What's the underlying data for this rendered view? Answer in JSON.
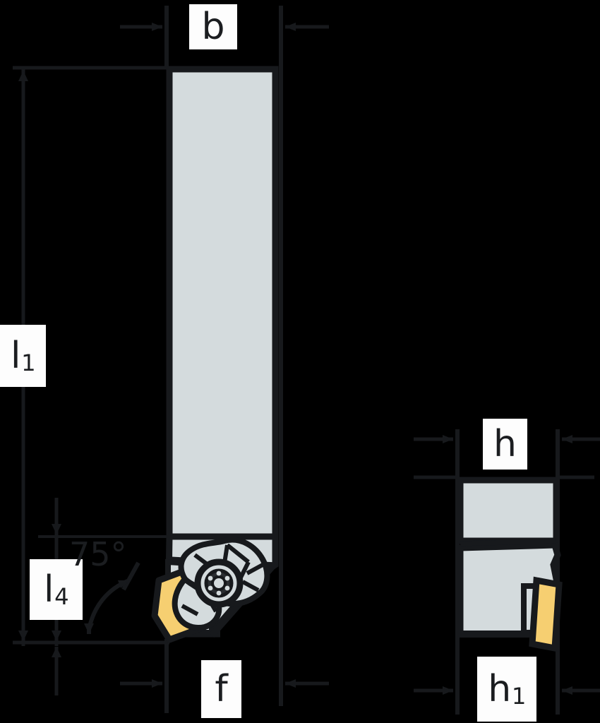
{
  "drawing": {
    "title": "Lathe turning tool holder dimension drawing",
    "background_color": "#000000",
    "body_fill_color": "#d4dbdd",
    "insert_fill_color": "#f6cf71",
    "line_color": "#17191c",
    "label_bg_color": "#fdfdfd",
    "label_text_color": "#1b1d20"
  },
  "dimensions": {
    "b": {
      "label": "b",
      "sub": ""
    },
    "l1": {
      "label": "l",
      "sub": "1"
    },
    "l4": {
      "label": "l",
      "sub": "4"
    },
    "f": {
      "label": "f",
      "sub": ""
    },
    "h": {
      "label": "h",
      "sub": ""
    },
    "h1": {
      "label": "h",
      "sub": "1"
    }
  },
  "annotations": {
    "angle": {
      "value": "75",
      "unit": "°",
      "text": "75°"
    }
  },
  "views": {
    "front": {
      "name": "front-view"
    },
    "side": {
      "name": "side-view"
    }
  }
}
